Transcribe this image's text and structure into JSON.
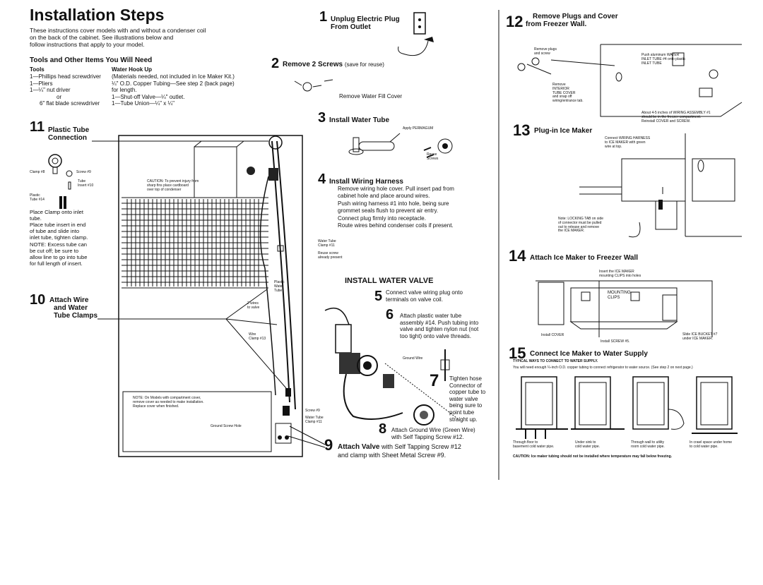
{
  "title": "Installation Steps",
  "intro": [
    "These instructions cover models with and without a condenser coil",
    "on the back of the cabinet. See illustrations below and",
    "follow instructions that apply to your model."
  ],
  "tools": {
    "heading": "Tools and Other Items You Will Need",
    "col1_head": "Tools",
    "col2_head": "Water Hook Up",
    "col1": [
      "1—Phillips head screwdriver",
      "1—Pliers",
      "1—¼\" nut driver",
      "or",
      "6\" flat blade screwdriver"
    ],
    "col2": [
      "(Materials needed, not included in Ice Maker Kit.)",
      "¼\" O.D. Copper Tubing—See step 2 (back page)",
      "for length.",
      "1—Shut-off Valve—¼\" outlet.",
      "1—Tube Union—¼\" x ¼\""
    ]
  },
  "step1": {
    "num": "1",
    "title": [
      "Unplug Electric Plug",
      "From Outlet"
    ]
  },
  "step2": {
    "num": "2",
    "title": "Remove 2 Screws",
    "note": "(save for reuse)",
    "label": "Remove Water Fill Cover"
  },
  "step3": {
    "num": "3",
    "title": "Install Water Tube",
    "apply": "Apply PERMAGUM",
    "reuse": [
      "Reuse",
      "Screws"
    ]
  },
  "step4": {
    "num": "4",
    "title": "Install Wiring Harness",
    "lines": [
      "Remove wiring hole cover. Pull insert pad from",
      "cabinet hole and place around wires.",
      "Push wiring harness #1 into hole, being sure",
      "grommet seals flush to prevent air entry.",
      "Connect plug firmly into receptacle.",
      "Route wires behind condenser coils if present."
    ]
  },
  "caution_center": [
    "CAUTION: To prevent injury from",
    "sharp fins place cardboard",
    "over top of condenser"
  ],
  "center_labels": {
    "water_tube_clamp": [
      "Water Tube",
      "Clamp #11"
    ],
    "reuse_screw": [
      "Reuse screw",
      "already present"
    ],
    "plastic_water_tube": [
      "Plastic",
      "Water",
      "Tube"
    ],
    "two_wires": [
      "2 wires",
      "to valve"
    ],
    "wire_clamp": [
      "Wire",
      "Clamp #13"
    ],
    "screw9": "Screw #9",
    "water_tube_clamp11": [
      "Water Tube",
      "Clamp #11"
    ],
    "ground_screw_hole": "Ground Screw Hole",
    "note_box": [
      "NOTE: On Models with compartment cover,",
      "remove cover as needed to make installation.",
      "Replace cover when finished."
    ]
  },
  "step11": {
    "num": "11",
    "title": [
      "Plastic Tube",
      "Connection"
    ],
    "clamp": "Clamp #8",
    "screw": "Screw #9",
    "tube_insert": [
      "Tube",
      "Insert #10"
    ],
    "plastic_tube": [
      "Plastic",
      "Tube #14"
    ],
    "text": [
      "Place Clamp onto inlet",
      "tube.",
      "Place tube insert in end",
      "of tube and slide into",
      "inlet tube, tighten clamp.",
      "NOTE: Excess tube can",
      "be cut off; be sure to",
      "allow line to go into tube",
      "for full length of insert."
    ]
  },
  "step10": {
    "num": "10",
    "title": [
      "Attach Wire",
      "and Water",
      "Tube Clamps"
    ]
  },
  "valve": {
    "heading": "INSTALL WATER VALVE",
    "step5": {
      "num": "5",
      "text": [
        "Connect valve wiring plug onto",
        "terminals on valve coil."
      ]
    },
    "step6": {
      "num": "6",
      "text": [
        "Attach plastic water tube",
        "assembly #14. Push tubing into",
        "valve and tighten nylon nut (not",
        "too tight) onto valve threads."
      ]
    },
    "ground_wire": "Ground Wire",
    "step7": {
      "num": "7",
      "text": [
        "Tighten hose",
        "Connector of",
        "copper tube to",
        "water valve",
        "being sure to",
        "point tube",
        "straight up."
      ]
    },
    "step8": {
      "num": "8",
      "text": [
        "Attach Ground Wire (Green Wire)",
        "with Self Tapping Screw #12."
      ]
    },
    "step9": {
      "num": "9",
      "title": "Attach Valve",
      "rest": "with Self Tapping Screw #12",
      "line2": "and clamp with Sheet Metal Screw #9."
    }
  },
  "step12": {
    "num": "12",
    "title": [
      "Remove Plugs and Cover",
      "from Freezer Wall."
    ],
    "remove_plugs": [
      "Remove plugs",
      "and screw"
    ],
    "push_tube": [
      "Push aluminum WATER",
      "INLET TUBE #4 onto plastic",
      "INLET TUBE"
    ],
    "remove_cover": [
      "Remove",
      "INTERIOR",
      "TUBE COVER",
      "and snap off",
      "wiring/entrance tab."
    ],
    "about": [
      "About 4-5 inches of WIRING ASSEMBLY #1",
      "should be in the freezer compartment.",
      "Reinstall COVER and SCREW."
    ]
  },
  "step13": {
    "num": "13",
    "title": "Plug-in Ice Maker",
    "connect": [
      "Connect WIRING HARNESS",
      "to ICE MAKER with green",
      "wire at top."
    ],
    "note": [
      "Note: LOCKING TAB on side",
      "of connector must be pulled",
      "out to release and remove",
      "the ICE MAKER."
    ]
  },
  "step14": {
    "num": "14",
    "title": "Attach Ice Maker to Freezer Wall",
    "insert": [
      "Insert the ICE MAKER",
      "mounting CLIPS into holes"
    ],
    "mounting": [
      "MOUNTING",
      "CLIPS"
    ],
    "install_cover": "Install COVER",
    "install_screw": "Install SCREW #5.",
    "slide": [
      "Slide ICE BUCKET #7",
      "under ICE MAKER."
    ]
  },
  "step15": {
    "num": "15",
    "title": "Connect Ice Maker to Water Supply",
    "typical": "TYPICAL WAYS TO CONNECT TO WATER SUPPLY.",
    "need": "You will need enough ¼-inch O.D. copper tubing to connect refrigerator to water source. (See step 2 on next page.)",
    "captions": [
      [
        "Through floor to",
        "basement cold water pipe."
      ],
      [
        "Under sink to",
        "cold water pipe."
      ],
      [
        "Through wall to utility",
        "room cold water pipe."
      ],
      [
        "In crawl space under home",
        "to cold water pipe."
      ]
    ],
    "caution": "CAUTION: Ice maker tubing should not be installed where temperature may fall below freezing."
  }
}
